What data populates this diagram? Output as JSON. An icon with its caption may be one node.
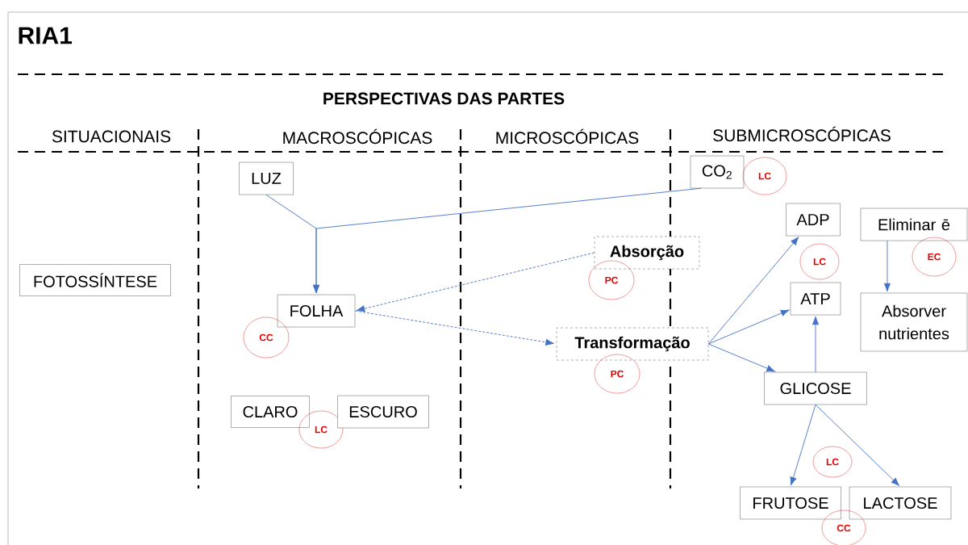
{
  "diagram": {
    "title": "RIA1",
    "nodes": [
      {
        "text": [
          "LUZ"
        ]
      },
      {
        "text": [
          "CO$_{2}$"
        ]
      },
      {
        "text": [
          "LC"
        ]
      },
      {
        "text": [
          "ADP"
        ]
      },
      {
        "text": [
          "Eliminar ē"
        ]
      },
      {
        "text": [
          "LC"
        ]
      },
      {
        "text": [
          "EC"
        ]
      },
      {
        "text": [
          "Absorção"
        ]
      },
      {
        "text": [
          "FOTOSSÍNTESE"
        ]
      },
      {
        "text": [
          "PC"
        ]
      },
      {
        "text": [
          "ATP"
        ]
      },
      {
        "text": [
          "FOLHA"
        ]
      },
      {
        "text": [
          "Absorver nutrientes"
        ]
      },
      {
        "text": [
          "CC"
        ]
      },
      {
        "text": [
          "Transformação"
        ]
      },
      {
        "text": [
          "PC"
        ]
      },
      {
        "text": [
          "GLICOSE"
        ]
      },
      {
        "text": [
          "CLARO"
        ]
      },
      {
        "text": [
          "LC"
        ]
      },
      {
        "text": [
          "ESCURO"
        ]
      },
      {
        "text": [
          "LC"
        ]
      },
      {
        "text": [
          "FRUTOSE"
        ]
      },
      {
        "text": [
          "LACTOSE"
        ]
      },
      {
        "text": [
          "CC"
        ]
      }
    ],
    "edges": [
      {
        "from": 0,
        "to": 11,
        "arrow": "to"
      },
      {
        "from": 1,
        "to": 11,
        "arrow": "to"
      },
      {
        "from": 7,
        "to": 11,
        "arrow": "to",
        "style": "dashed"
      },
      {
        "from": 11,
        "to": 14,
        "arrow": "to",
        "style": "dashed"
      },
      {
        "from": 14,
        "to": 3,
        "arrow": "to"
      },
      {
        "from": 14,
        "to": 10,
        "arrow": "to"
      },
      {
        "from": 14,
        "to": 16,
        "arrow": "to"
      },
      {
        "from": 16,
        "to": 10,
        "arrow": "to"
      },
      {
        "from": 4,
        "to": 12,
        "arrow": "to"
      },
      {
        "from": 16,
        "to": 21,
        "arrow": "to"
      },
      {
        "from": 16,
        "to": 22,
        "arrow": "to"
      }
    ],
    "labels": [
      "PERSPECTIVAS DAS PARTES",
      "SITUACIONAIS",
      "MACROSCÓPICAS",
      "MICROSCÓPICAS",
      "SUBMICROSCÓPICAS"
    ]
  }
}
